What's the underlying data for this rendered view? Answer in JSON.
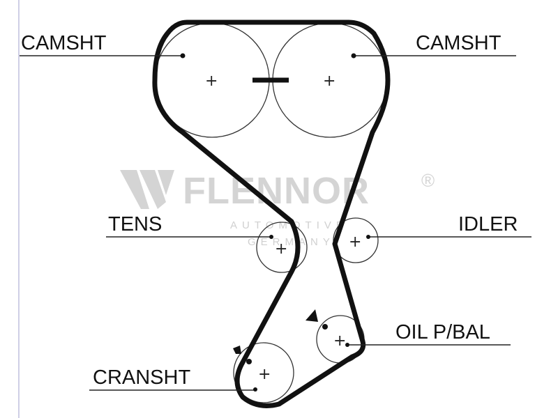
{
  "watermark": {
    "brand": "FLENNOR",
    "line1": "AUTOMOTIVE",
    "line2": "GERMANY",
    "registered": "®"
  },
  "labels": {
    "camshaft_left": "CAMSHT",
    "camshaft_right": "CAMSHT",
    "tensioner": "TENS",
    "idler": "IDLER",
    "oil_pump_balance": "OIL P/BAL",
    "crankshaft": "CRANSHT"
  },
  "center_mark": "+"
}
